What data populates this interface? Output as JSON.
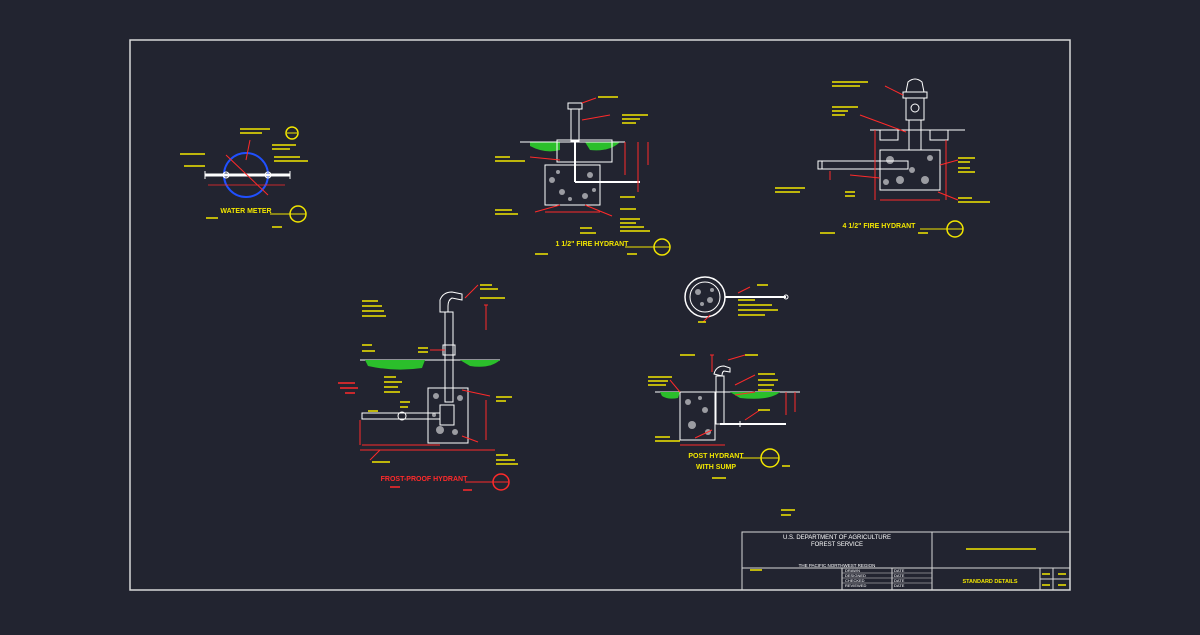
{
  "details": {
    "water_meter": "WATER METER",
    "fire_hydrant_small": "1 1/2\" FIRE HYDRANT",
    "fire_hydrant_large": "4 1/2\" FIRE HYDRANT",
    "frost_proof": "FROST-PROOF HYDRANT",
    "post_hydrant_line1": "POST HYDRANT",
    "post_hydrant_line2": "WITH SUMP"
  },
  "title_block": {
    "agency_line1": "U.S. DEPARTMENT OF AGRICULTURE",
    "agency_line2": "FOREST SERVICE",
    "region": "THE PACIFIC NORTHWEST REGION",
    "sheet_title": "STANDARD DETAILS",
    "row_labels": [
      "DRAWN",
      "DESIGNED",
      "CHECKED",
      "REVIEWED"
    ],
    "date_label": "DATE"
  },
  "colors": {
    "background": "#222430",
    "border": "#d8d8d8",
    "annotation": "#f2e600",
    "dimension": "#ff2a2a",
    "grass": "#2bbf2b",
    "meter_ring": "#2050ff"
  }
}
